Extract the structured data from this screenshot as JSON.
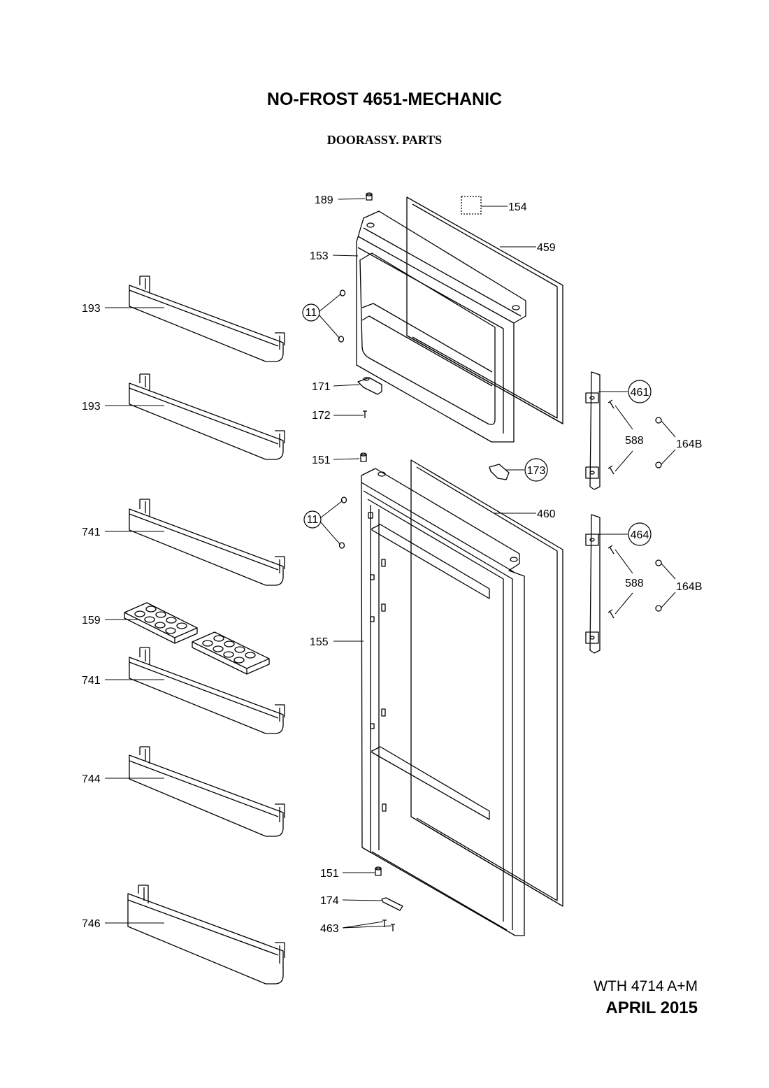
{
  "header": {
    "title": "NO-FROST  4651-MECHANIC",
    "subtitle": "DOORASSY. PARTS"
  },
  "footer": {
    "model": "WTH 4714 A+M",
    "date": "APRIL  2015"
  },
  "callouts": [
    {
      "id": "c189",
      "label": "189"
    },
    {
      "id": "c154",
      "label": "154"
    },
    {
      "id": "c153",
      "label": "153"
    },
    {
      "id": "c459",
      "label": "459"
    },
    {
      "id": "c193a",
      "label": "193"
    },
    {
      "id": "c11a",
      "label": "11"
    },
    {
      "id": "c171",
      "label": "171"
    },
    {
      "id": "c461",
      "label": "461"
    },
    {
      "id": "c193b",
      "label": "193"
    },
    {
      "id": "c172",
      "label": "172"
    },
    {
      "id": "c588a",
      "label": "588"
    },
    {
      "id": "c164Ba",
      "label": "164B"
    },
    {
      "id": "c151a",
      "label": "151"
    },
    {
      "id": "c173",
      "label": "173"
    },
    {
      "id": "c460",
      "label": "460"
    },
    {
      "id": "c741a",
      "label": "741"
    },
    {
      "id": "c11b",
      "label": "11"
    },
    {
      "id": "c464",
      "label": "464"
    },
    {
      "id": "c588b",
      "label": "588"
    },
    {
      "id": "c164Bb",
      "label": "164B"
    },
    {
      "id": "c159",
      "label": "159"
    },
    {
      "id": "c155",
      "label": "155"
    },
    {
      "id": "c741b",
      "label": "741"
    },
    {
      "id": "c744",
      "label": "744"
    },
    {
      "id": "c151b",
      "label": "151"
    },
    {
      "id": "c174",
      "label": "174"
    },
    {
      "id": "c463",
      "label": "463"
    },
    {
      "id": "c746",
      "label": "746"
    }
  ]
}
